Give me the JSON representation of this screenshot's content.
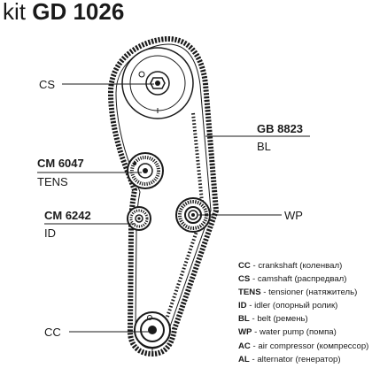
{
  "title": {
    "prefix": "kit",
    "code": "GD 1026"
  },
  "labels": {
    "cs": "CS",
    "gb_code": "GB 8823",
    "bl": "BL",
    "cm6047_code": "CM 6047",
    "tens": "TENS",
    "cm6242_code": "CM 6242",
    "id": "ID",
    "wp": "WP",
    "cc": "CC"
  },
  "legend": [
    {
      "abbr": "CC",
      "text": " - crankshaft (коленвал)"
    },
    {
      "abbr": "CS",
      "text": " - camshaft (распредвал)"
    },
    {
      "abbr": "TENS",
      "text": " - tensioner (натяжитель)"
    },
    {
      "abbr": "ID",
      "text": " - idler (опорный ролик)"
    },
    {
      "abbr": "BL",
      "text": " - belt (ремень)"
    },
    {
      "abbr": "WP",
      "text": " - water pump (помпа)"
    },
    {
      "abbr": "AC",
      "text": " - air compressor (компрессор)"
    },
    {
      "abbr": "AL",
      "text": " - alternator (генератор)"
    }
  ],
  "colors": {
    "ink": "#1a1a1a",
    "background": "#ffffff"
  }
}
